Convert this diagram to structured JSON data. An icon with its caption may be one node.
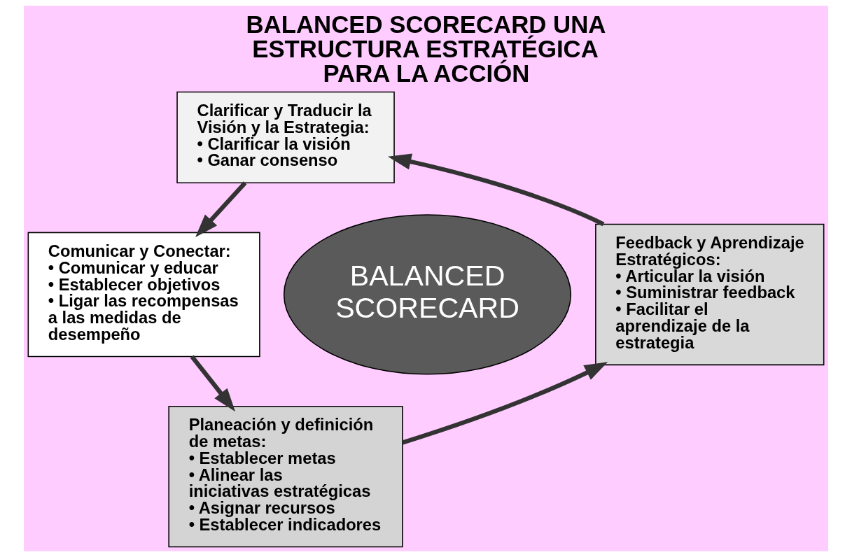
{
  "diagram": {
    "title": "BALANCED SCORECARD UNA ESTRUCTURA ESTRATÉGICA PARA LA ACCIÓN",
    "nodes": [
      {
        "text": [
          "Clarificar y Traducir la Visión y la Estrategia:",
          "• Clarificar la visión",
          "• Ganar consenso"
        ]
      },
      {
        "text": [
          "Comunicar y Conectar:",
          "• Comunicar y educar",
          "• Establecer objetivos",
          "• Ligar las recompensas a las medidas de desempeño"
        ]
      },
      {
        "text": [
          "BALANCED SCORECARD"
        ]
      },
      {
        "text": [
          "Feedback y Aprendizaje Estratégicos:",
          "• Articular la visión",
          "• Suministrar feedback",
          "• Facilitar el aprendizaje de la estrategia"
        ]
      },
      {
        "text": [
          "Planeación y definición de metas:",
          "• Establecer metas",
          "• Alinear las iniciativas estratégicas",
          "• Asignar recursos",
          "• Establecer indicadores"
        ]
      }
    ],
    "edges": [
      {
        "from": 0,
        "to": 1,
        "arrow": "to"
      },
      {
        "from": 1,
        "to": 4,
        "arrow": "to"
      },
      {
        "from": 4,
        "to": 3,
        "arrow": "to"
      },
      {
        "from": 3,
        "to": 0,
        "arrow": "to"
      }
    ]
  }
}
